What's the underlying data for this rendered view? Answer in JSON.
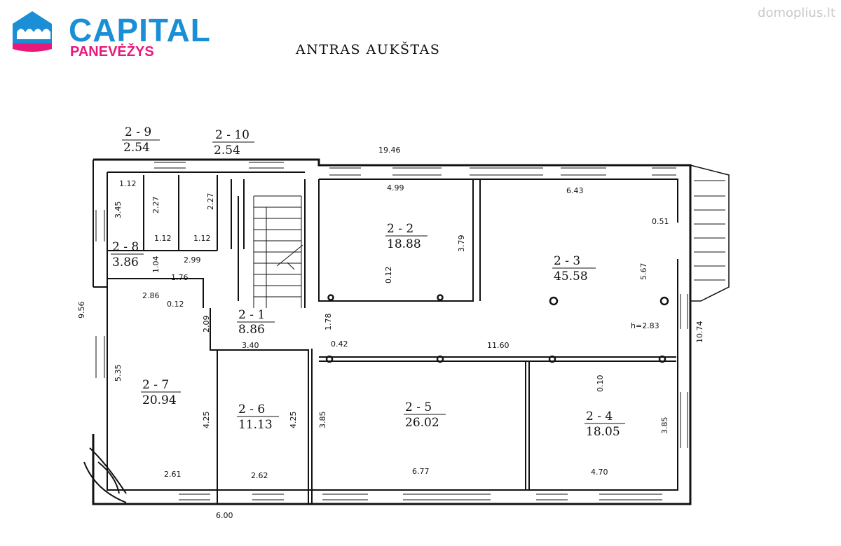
{
  "brand": {
    "name": "CAPITAL",
    "city": "PANEVĖŽYS"
  },
  "watermark": "domoplius.lt",
  "floor_title": "ANTRAS AUKŠTAS",
  "rooms": [
    {
      "id": "2 - 1",
      "area": "8.86"
    },
    {
      "id": "2 - 2",
      "area": "18.88"
    },
    {
      "id": "2 - 3",
      "area": "45.58"
    },
    {
      "id": "2 - 4",
      "area": "18.05"
    },
    {
      "id": "2 - 5",
      "area": "26.02"
    },
    {
      "id": "2 - 6",
      "area": "11.13"
    },
    {
      "id": "2 - 7",
      "area": "20.94"
    },
    {
      "id": "2 - 8",
      "area": "3.86"
    },
    {
      "id": "2 - 9",
      "area": "2.54"
    },
    {
      "id": "2 - 10",
      "area": "2.54"
    }
  ],
  "dimensions": {
    "top_total": "19.46",
    "r22_top": "4.99",
    "r23_top": "6.43",
    "r23_side": "0.51",
    "r9_w": "1.12",
    "r8_h": "3.45",
    "r9_h": "2.27",
    "r9_bot": "1.12",
    "r10_h": "2.27",
    "r10_bot": "1.12",
    "r8_d1": "1.04",
    "r8_d2": "2.99",
    "r8_d3": "1.76",
    "r22_h": "3.79",
    "r22_wall": "0.12",
    "r23_h": "5.67",
    "h": "h=2.83",
    "left_total": "9.56",
    "r7_top": "2.86",
    "r7_wall": "0.12",
    "r1_h": "2.09",
    "r1_c": "1.78",
    "r1_w": "3.40",
    "r1_wall": "0.42",
    "corr": "11.60",
    "right_total": "10.74",
    "r7_h": "5.35",
    "r7_h2": "4.25",
    "r6_h": "4.25",
    "r5_h": "3.85",
    "r4_wall": "0.10",
    "r4_h": "3.85",
    "r7_bot": "2.61",
    "r6_bot": "2.62",
    "r5_bot": "6.77",
    "r4_bot": "4.70",
    "bot_total": "6.00"
  }
}
